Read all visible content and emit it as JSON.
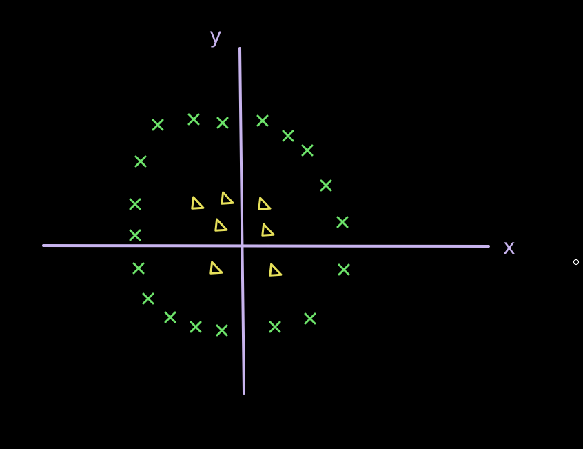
{
  "diagram": {
    "x_axis_label": "x",
    "y_axis_label": "y",
    "colors": {
      "axis": "#c8b4ee",
      "class_a": "#6de36a",
      "class_b": "#e6e05a"
    },
    "class_a_marker": "cross",
    "class_b_marker": "triangle",
    "class_a_points": [
      [
        -2.46,
        3.5
      ],
      [
        -1.42,
        3.66
      ],
      [
        -0.58,
        3.56
      ],
      [
        0.58,
        3.62
      ],
      [
        1.32,
        3.18
      ],
      [
        1.88,
        2.76
      ],
      [
        -2.96,
        2.44
      ],
      [
        2.42,
        1.74
      ],
      [
        -3.12,
        1.2
      ],
      [
        2.9,
        0.68
      ],
      [
        -3.12,
        0.3
      ],
      [
        -3.02,
        -0.66
      ],
      [
        2.94,
        -0.7
      ],
      [
        -2.74,
        -1.54
      ],
      [
        -2.1,
        -2.08
      ],
      [
        -1.36,
        -2.36
      ],
      [
        -0.6,
        -2.46
      ],
      [
        0.94,
        -2.36
      ],
      [
        1.96,
        -2.12
      ]
    ],
    "class_b_points": [
      [
        -1.32,
        1.22
      ],
      [
        -0.46,
        1.36
      ],
      [
        0.62,
        1.2
      ],
      [
        -0.64,
        0.58
      ],
      [
        0.72,
        0.44
      ],
      [
        -0.78,
        -0.66
      ],
      [
        0.94,
        -0.72
      ]
    ]
  }
}
